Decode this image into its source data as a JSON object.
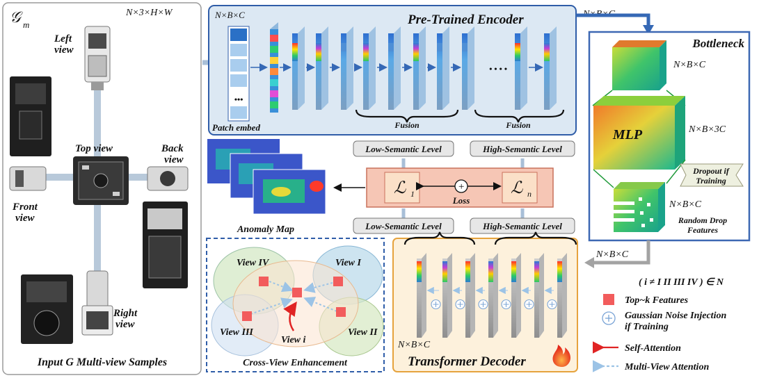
{
  "input_panel": {
    "title": "Input G Multi-view Samples",
    "set_symbol": "𝒢",
    "set_subscript": "m",
    "shape_label": "N×3×H×W",
    "views": {
      "left": "Left view",
      "top": "Top view",
      "back": "Back view",
      "front": "Front view",
      "right": "Right view"
    }
  },
  "encoder": {
    "title": "Pre-Trained Encoder",
    "shape_label": "N×B×C",
    "patch_label": "Patch embed",
    "patch_dots": "•••",
    "fusion_labels": [
      "Fusion",
      "Fusion"
    ],
    "ellipsis": "• • • •",
    "output_shape": "N×B×C"
  },
  "bottleneck": {
    "title": "Bottleneck",
    "top_shape": "N×B×C",
    "mlp_label": "MLP",
    "mid_shape": "N×B×3C",
    "dropout_label_1": "Dropout if",
    "dropout_label_2": "Training",
    "bottom_shape": "N×B×C",
    "random_drop_1": "Random Drop",
    "random_drop_2": "Features",
    "output_shape": "N×B×C"
  },
  "loss": {
    "low_level_top": "Low-Semantic Level",
    "high_level_top": "High-Semantic Level",
    "low_level_bottom": "Low-Semantic Level",
    "high_level_bottom": "High-Semantic Level",
    "l1": "ℒ",
    "l1_sub": "1",
    "ln": "ℒ",
    "ln_sub": "n",
    "plus": "⊕",
    "loss_label": "Loss",
    "anomaly_label": "Anomaly Map"
  },
  "cross_view": {
    "title": "Cross-View Enhancement",
    "views": [
      "View IV",
      "View I",
      "View III",
      "View i",
      "View II"
    ]
  },
  "decoder": {
    "title": "Transformer Decoder",
    "shape_label": "N×B×C",
    "fire_icon": "flame-icon"
  },
  "legend": {
    "condition": "( i ≠ I II III IV ) ∈ N",
    "topk": "Top~k Features",
    "noise_1": "Gaussian Noise Injection",
    "noise_2": "if Training",
    "self_attention": "Self-Attention",
    "multi_view_attention": "Multi-View Attention"
  },
  "colors": {
    "encoder_bg": "#dce8f3",
    "encoder_border": "#2f5da8",
    "bottleneck_border": "#3d68b3",
    "decoder_bg": "#fdf1dc",
    "decoder_border": "#e6a33d",
    "loss_bg": "#f6c6b5",
    "loss_border": "#c9705b",
    "level_tag_bg": "#e7e7e7",
    "topk_red": "#f25c5c",
    "self_attention_red": "#e02424",
    "multi_view_blue": "#9cc3e6",
    "cross_view_border": "#2f5da8"
  }
}
